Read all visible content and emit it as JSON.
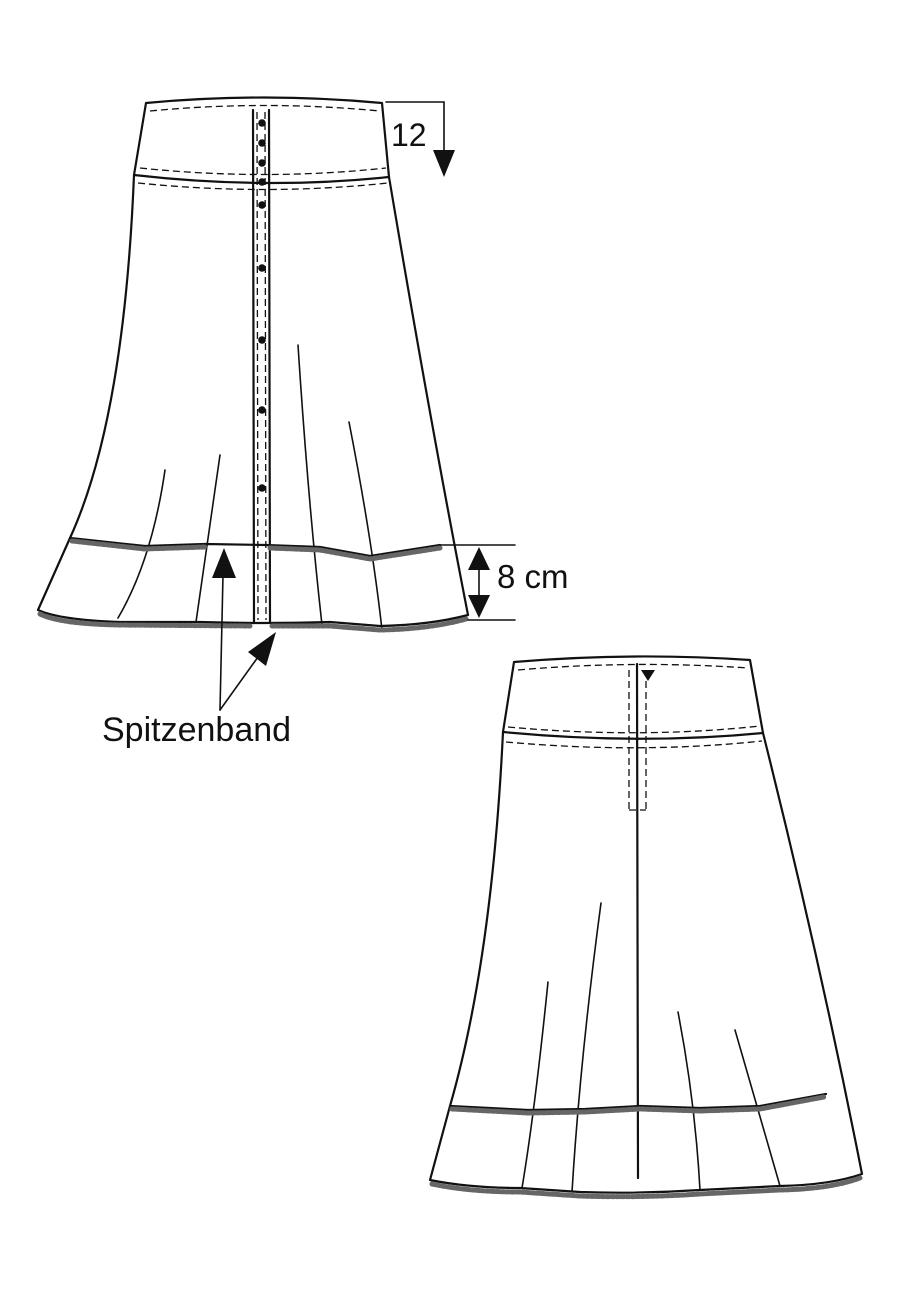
{
  "labels": {
    "waistband_height": "12",
    "flounce_height": "8 cm",
    "lace": "Spitzenband"
  }
}
